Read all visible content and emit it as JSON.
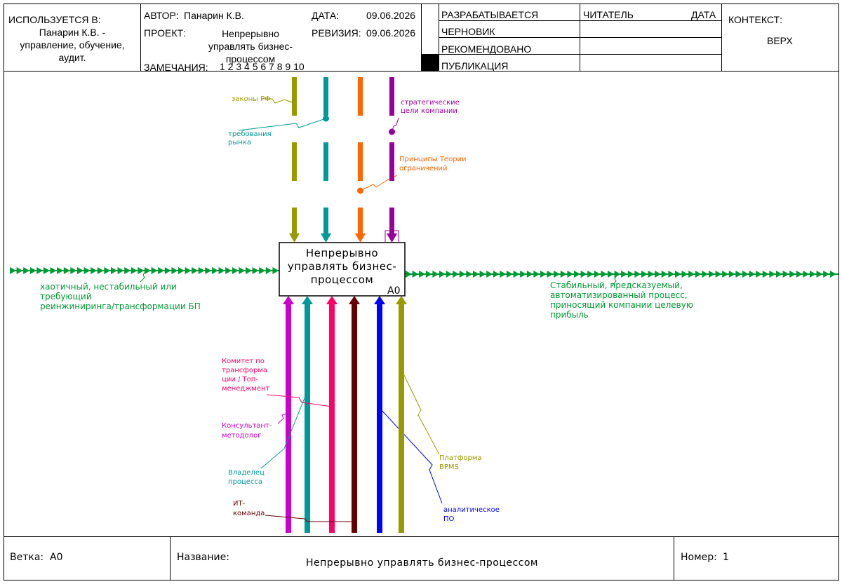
{
  "header": {
    "used_in_label": "ИСПОЛЬЗУЕТСЯ В:",
    "used_in_lines": [
      "Панарин К.В. -",
      "управление, обучение,",
      "аудит."
    ],
    "author_label": "АВТОР:",
    "author": "Панарин К.В.",
    "project_label": "ПРОЕКТ:",
    "project_lines": [
      "Непрерывно",
      "управлять бизнес-",
      "процессом"
    ],
    "notes_label": "ЗАМЕЧАНИЯ:",
    "notes_numbers": "1  2  3  4  5  6  7  8  9  10",
    "date_label": "ДАТА:",
    "date": "09.06.2026",
    "revision_label": "РЕВИЗИЯ:",
    "revision": "09.06.2026",
    "status": [
      "РАЗРАБАТЫВАЕТСЯ",
      "ЧЕРНОВИК",
      "РЕКОМЕНДОВАНО",
      "ПУБЛИКАЦИЯ"
    ],
    "reader_label": "ЧИТАТЕЛЬ",
    "reader_date_label": "ДАТА",
    "context_label": "КОНТЕКСТ:",
    "context_value": "ВЕРХ"
  },
  "activity": {
    "title_lines": [
      "Непрерывно",
      "управлять бизнес-",
      "процессом"
    ],
    "node": "A0"
  },
  "arrows": {
    "input": "хаотичный, нестабильный или требующий реинжиниринга/трансформации БП",
    "input_lines": [
      "хаотичный, нестабильный или",
      "требующий",
      "реинжиниринга/трансформации БП"
    ],
    "output_lines": [
      "Стабильный, предсказуемый,",
      "автоматизированный процесс,",
      "приносящий компании целевую",
      "прибыль"
    ],
    "controls": [
      {
        "lines": [
          "законы РФ"
        ],
        "color": "#999900"
      },
      {
        "lines": [
          "требования",
          "рынка"
        ],
        "color": "#009999"
      },
      {
        "lines": [
          "Принципы Теории",
          "ограничений"
        ],
        "color": "#ff6600"
      },
      {
        "lines": [
          "стратегические",
          "цели компании"
        ],
        "color": "#990099"
      }
    ],
    "mechanisms": [
      {
        "lines": [
          "Консультант-",
          "методолог"
        ],
        "color": "#cc00cc"
      },
      {
        "lines": [
          "Владелец",
          "процесса"
        ],
        "color": "#009999"
      },
      {
        "lines": [
          "Комитет по",
          "трансформа",
          "ции / Топ-",
          "менеджмент"
        ],
        "color": "#ff0066"
      },
      {
        "lines": [
          "ИТ-",
          "команда"
        ],
        "color": "#660000"
      },
      {
        "lines": [
          "аналитическое",
          "ПО"
        ],
        "color": "#0000ff"
      },
      {
        "lines": [
          "Платформа",
          "BPMS"
        ],
        "color": "#999900"
      }
    ],
    "flow_color": "#009933"
  },
  "footer": {
    "node_label": "Ветка:",
    "node_value": "A0",
    "title_label": "Название:",
    "title_value": "Непрерывно управлять бизнес-процессом",
    "number_label": "Номер:",
    "number_value": "1"
  }
}
